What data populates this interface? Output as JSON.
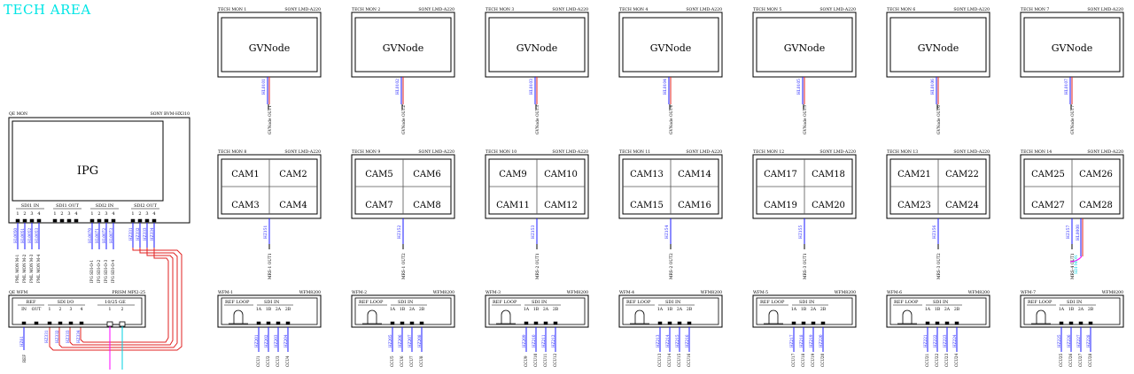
{
  "area_title": "TECH AREA",
  "colors": {
    "wire_blue": "#1a1aff",
    "wire_red": "#e02020",
    "wire_cyan": "#00d0e0",
    "wire_magenta": "#ff00ff",
    "line": "#000000"
  },
  "top_monitors": [
    {
      "id": "TECH MON 1",
      "model": "SONY LMD-A220",
      "content": "GVNode",
      "cable": "HL0101",
      "source": "GVNode OUT1"
    },
    {
      "id": "TECH MON 2",
      "model": "SONY LMD-A220",
      "content": "GVNode",
      "cable": "HL0102",
      "source": "GVNode OUT2"
    },
    {
      "id": "TECH MON 3",
      "model": "SONY LMD-A220",
      "content": "GVNode",
      "cable": "HL0103",
      "source": "GVNode OUT3"
    },
    {
      "id": "TECH MON 4",
      "model": "SONY LMD-A220",
      "content": "GVNode",
      "cable": "HL0104",
      "source": "GVNode OUT4"
    },
    {
      "id": "TECH MON 5",
      "model": "SONY LMD-A220",
      "content": "GVNode",
      "cable": "HL0105",
      "source": "GVNode OUT5"
    },
    {
      "id": "TECH MON 6",
      "model": "SONY LMD-A220",
      "content": "GVNode",
      "cable": "HL0106",
      "source": "GVNode OUT6"
    },
    {
      "id": "TECH MON 7",
      "model": "SONY LMD-A220",
      "content": "GVNode",
      "cable": "HL0107",
      "source": "GVNode OUT7"
    }
  ],
  "cam_monitors": [
    {
      "id": "TECH MON 8",
      "model": "SONY LMD-A220",
      "cams": [
        "CAM1",
        "CAM2",
        "CAM3",
        "CAM4"
      ],
      "cable": "HZ151",
      "source": "MRS-1 OUT1"
    },
    {
      "id": "TECH MON 9",
      "model": "SONY LMD-A220",
      "cams": [
        "CAM5",
        "CAM6",
        "CAM7",
        "CAM8"
      ],
      "cable": "HZ152",
      "source": "MRS-1 OUT2"
    },
    {
      "id": "TECH MON 10",
      "model": "SONY LMD-A220",
      "cams": [
        "CAM9",
        "CAM10",
        "CAM11",
        "CAM12"
      ],
      "cable": "HZ153",
      "source": "MRS-2 OUT1"
    },
    {
      "id": "TECH MON 11",
      "model": "SONY LMD-A220",
      "cams": [
        "CAM13",
        "CAM14",
        "CAM15",
        "CAM16"
      ],
      "cable": "HZ154",
      "source": "MRS-2 OUT2"
    },
    {
      "id": "TECH MON 12",
      "model": "SONY LMD-A220",
      "cams": [
        "CAM17",
        "CAM18",
        "CAM19",
        "CAM20"
      ],
      "cable": "HZ155",
      "source": "MRS-3 OUT1"
    },
    {
      "id": "TECH MON 13",
      "model": "SONY LMD-A220",
      "cams": [
        "CAM21",
        "CAM22",
        "CAM23",
        "CAM24"
      ],
      "cable": "HZ156",
      "source": "MRS-3 OUT2"
    },
    {
      "id": "TECH MON 14",
      "model": "SONY LMD-A220",
      "cams": [
        "CAM25",
        "CAM26",
        "CAM27",
        "CAM28"
      ],
      "cable": "HZ157",
      "source": "MRS-4 OUT1",
      "extra_cable": "HL0008",
      "extra_source": "SDI-MON"
    }
  ],
  "wfm_units": [
    {
      "id": "WFM-1",
      "model": "WFM8200",
      "ref_label": "REF LOOP",
      "sdi_label": "SDI IN",
      "inputs": [
        "1A",
        "1B",
        "2A",
        "2B"
      ],
      "cables": [
        "HZ201",
        "HZ202",
        "HZ203",
        "HZ204"
      ],
      "sources": [
        "CCU1",
        "CCU2",
        "CCU3",
        "CCU4"
      ]
    },
    {
      "id": "WFM-2",
      "model": "WFM8200",
      "ref_label": "REF LOOP",
      "sdi_label": "SDI IN",
      "inputs": [
        "1A",
        "1B",
        "2A",
        "2B"
      ],
      "cables": [
        "HZ205",
        "HZ206",
        "HZ207",
        "HZ208"
      ],
      "sources": [
        "CCU5",
        "CCU6",
        "CCU7",
        "CCU8"
      ]
    },
    {
      "id": "WFM-3",
      "model": "WFM8200",
      "ref_label": "REF LOOP",
      "sdi_label": "SDI IN",
      "inputs": [
        "1A",
        "1B",
        "2A",
        "2B"
      ],
      "cables": [
        "HZ209",
        "HZ210",
        "HZ211",
        "HZ212"
      ],
      "sources": [
        "CCU9",
        "CCU10",
        "CCU11",
        "CCU12"
      ]
    },
    {
      "id": "WFM-4",
      "model": "WFM8200",
      "ref_label": "REF LOOP",
      "sdi_label": "SDI IN",
      "inputs": [
        "1A",
        "1B",
        "2A",
        "2B"
      ],
      "cables": [
        "HZ213",
        "HZ214",
        "HZ215",
        "HZ216"
      ],
      "sources": [
        "CCU13",
        "CCU14",
        "CCU15",
        "CCU16"
      ]
    },
    {
      "id": "WFM-5",
      "model": "WFM8200",
      "ref_label": "REF LOOP",
      "sdi_label": "SDI IN",
      "inputs": [
        "1A",
        "1B",
        "2A",
        "2B"
      ],
      "cables": [
        "HZ217",
        "HZ218",
        "HZ219",
        "HZ220"
      ],
      "sources": [
        "CCU17",
        "CCU18",
        "CCU19",
        "CCU20"
      ]
    },
    {
      "id": "WFM-6",
      "model": "WFM8200",
      "ref_label": "REF LOOP",
      "sdi_label": "SDI IN",
      "inputs": [
        "1A",
        "1B",
        "2A",
        "2B"
      ],
      "cables": [
        "HZ221",
        "HZ222",
        "HZ223",
        "HZ224"
      ],
      "sources": [
        "CCU21",
        "CCU22",
        "CCU23",
        "CCU24"
      ]
    },
    {
      "id": "WFM-7",
      "model": "WFM8200",
      "ref_label": "REF LOOP",
      "sdi_label": "SDI IN",
      "inputs": [
        "1A",
        "1B",
        "2A",
        "2B"
      ],
      "cables": [
        "HZ225",
        "HZ226",
        "HZ227",
        "HZ228"
      ],
      "sources": [
        "CCU25",
        "CCU26",
        "CCU27",
        "CCU28"
      ]
    }
  ],
  "ipg_monitor": {
    "id": "QE MON",
    "model": "SONY BVM-HX310",
    "content": "IPG",
    "groups": [
      {
        "label": "SDI1 IN",
        "ports": [
          "1",
          "2",
          "3",
          "4"
        ]
      },
      {
        "label": "SDI1 OUT",
        "ports": [
          "1",
          "2",
          "3",
          "4"
        ]
      },
      {
        "label": "SDI2 IN",
        "ports": [
          "1",
          "2",
          "3",
          "4"
        ]
      },
      {
        "label": "SDI2 OUT",
        "ports": [
          "1",
          "2",
          "3",
          "4"
        ]
      }
    ],
    "sdi1_in_cables": [
      "HL0050",
      "HL0051",
      "HL0052",
      "HL0053"
    ],
    "sdi1_in_sources": [
      "PML MON M-1",
      "PML MON M-2",
      "PML MON M-3",
      "PML MON M-4"
    ],
    "sdi2_in_cables": [
      "HL0070",
      "HL0071",
      "HL0072",
      "HL0073"
    ],
    "sdi2_in_sources": [
      "IPG SDI-O-1",
      "IPG SDI-O-2",
      "IPG SDI-O-3",
      "IPG SDI-O-4"
    ],
    "sdi2_out_cables": [
      "HZ331",
      "HZ332",
      "HZ333",
      "HZ334"
    ]
  },
  "qe_wfm": {
    "id": "QE WFM",
    "model": "PRISM MPI2-25",
    "ref_label": "REF",
    "ref_ports": [
      "IN",
      "OUT"
    ],
    "sdi_label": "SDI I/O",
    "sdi_ports": [
      "1",
      "2",
      "3",
      "4"
    ],
    "ge_label": "10/25 GE",
    "ge_ports": [
      "1",
      "2"
    ],
    "ref_cable": "HZ61",
    "ref_source": "REF",
    "sdi_cables": [
      "HZ331",
      "HZ332",
      "HZ333",
      "HZ334"
    ]
  }
}
